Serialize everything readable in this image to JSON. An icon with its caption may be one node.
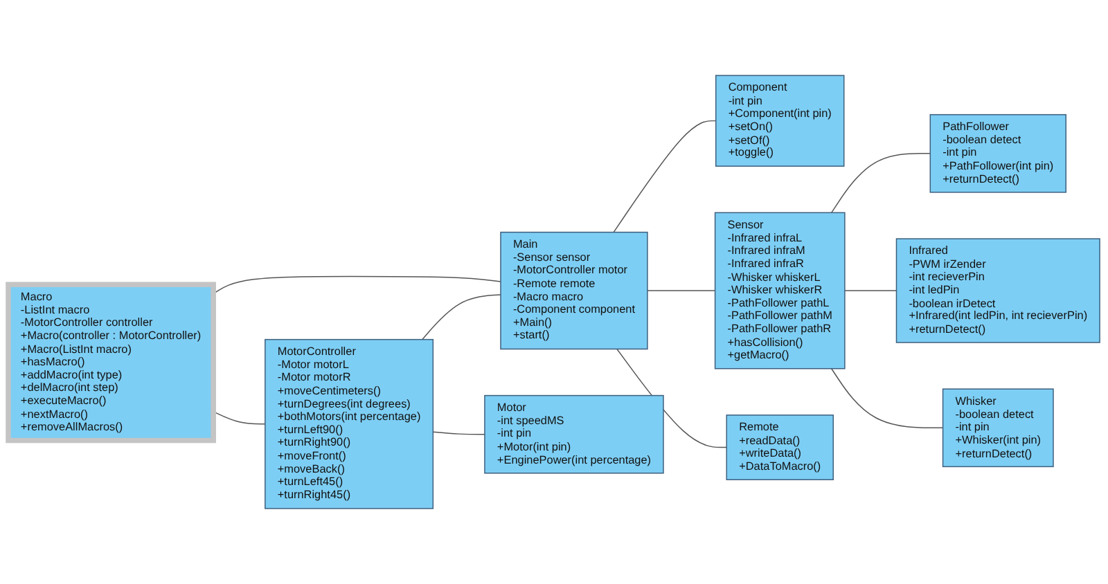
{
  "diagram": {
    "nodes": [
      {
        "text": [
          "Macro",
          "-ListInt macro",
          "-MotorController controller",
          "+Macro(controller : MotorController)",
          "+Macro(ListInt macro)",
          "+hasMacro()",
          "+addMacro(int type)",
          "+delMacro(int step)",
          "+executeMacro()",
          "+nextMacro()",
          "+removeAllMacros()"
        ]
      },
      {
        "text": [
          "Component",
          "-int pin",
          "+Component(int pin)",
          "+setOn()",
          "+setOf()",
          "+toggle()"
        ]
      },
      {
        "text": [
          "Main",
          "-Sensor sensor",
          "-MotorController motor",
          "-Remote remote",
          "-Macro macro",
          "-Component component",
          "+Main()",
          "+start()"
        ]
      },
      {
        "text": [
          "MotorController",
          "-Motor motorL",
          "-Motor motorR",
          "+moveCentimeters()",
          "+turnDegrees(int degrees)",
          "+bothMotors(int percentage)",
          "+turnLeft90()",
          "+turnRight90()",
          "+moveFront()",
          "+moveBack()",
          "+turnLeft45()",
          "+turnRight45()"
        ]
      },
      {
        "text": [
          "Sensor",
          "-Infrared infraL",
          "-Infrared infraM",
          "-Infrared infraR",
          "-Whisker whiskerL",
          "-Whisker whiskerR",
          "-PathFollower pathL",
          "-PathFollower pathM",
          "-PathFollower pathR",
          "+hasCollision()",
          "+getMacro()"
        ]
      },
      {
        "text": [
          "PathFollower",
          "-boolean detect",
          "-int pin",
          "+PathFollower(int pin)",
          "+returnDetect()"
        ]
      },
      {
        "text": [
          "Remote",
          "+readData()",
          "+writeData()",
          "+DataToMacro()"
        ]
      },
      {
        "text": [
          "Infrared",
          "-PWM irZender",
          "-int recieverPin",
          "-int ledPin",
          "-boolean irDetect",
          "+Infrared(int ledPin, int recieverPin)",
          "+returnDetect()"
        ]
      },
      {
        "text": [
          "Whisker",
          "-boolean detect",
          "-int pin",
          "+Whisker(int pin)",
          "+returnDetect()"
        ]
      },
      {
        "text": [
          "Motor",
          "-int speedMS",
          "-int pin",
          "+Motor(int pin)",
          "+EnginePower(int percentage)"
        ]
      }
    ],
    "edges": [
      {
        "from": 0,
        "to": 2,
        "arrow": "none"
      },
      {
        "from": 0,
        "to": 3,
        "arrow": "none"
      },
      {
        "from": 2,
        "to": 1,
        "arrow": "none"
      },
      {
        "from": 3,
        "to": 2,
        "arrow": "none"
      },
      {
        "from": 2,
        "to": 4,
        "arrow": "none"
      },
      {
        "from": 2,
        "to": 6,
        "arrow": "none"
      },
      {
        "from": 3,
        "to": 9,
        "arrow": "none"
      },
      {
        "from": 4,
        "to": 5,
        "arrow": "none"
      },
      {
        "from": 4,
        "to": 7,
        "arrow": "none"
      },
      {
        "from": 4,
        "to": 8,
        "arrow": "none"
      }
    ]
  }
}
